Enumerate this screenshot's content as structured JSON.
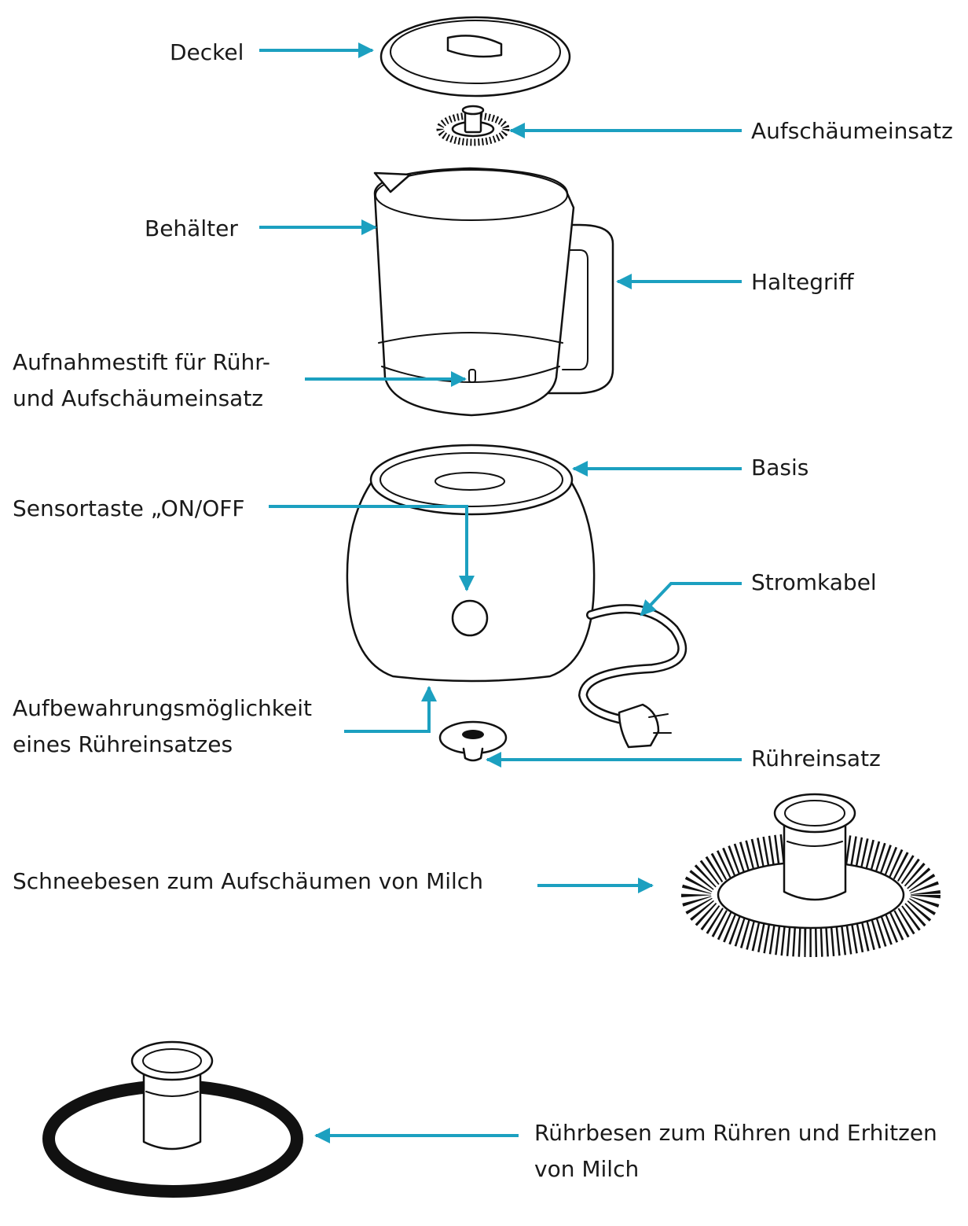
{
  "colors": {
    "arrow": "#1ca0c0",
    "line": "#111111",
    "text": "#1a1a1a"
  },
  "labels": {
    "deckel": "Deckel",
    "aufschaeumeinsatz": "Aufschäumeinsatz",
    "behaelter": "Behälter",
    "haltegriff": "Haltegriff",
    "aufnahmestift": [
      "Aufnahmestift für Rühr-",
      "und Aufschäumeinsatz"
    ],
    "basis": "Basis",
    "sensortaste": "Sensortaste „ON/OFF",
    "stromkabel": "Stromkabel",
    "aufbewahrung": [
      "Aufbewahrungsmöglichkeit",
      "eines Rühreinsatzes"
    ],
    "ruehreinsatz": "Rühreinsatz",
    "schneebesen": "Schneebesen zum Aufschäumen von Milch",
    "ruehrbesen": [
      "Rührbesen zum Rühren und Erhitzen",
      "von Milch"
    ]
  }
}
